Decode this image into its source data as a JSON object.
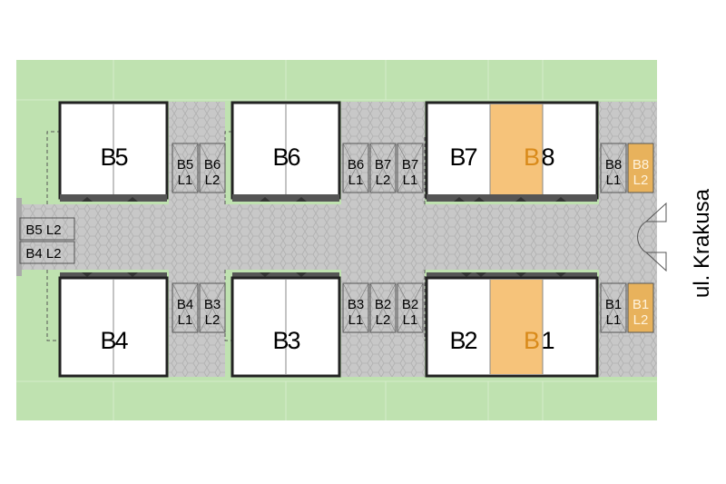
{
  "colors": {
    "grass": "#bfe2b0",
    "grass_line": "#d6ecca",
    "paving": "#c8c8c8",
    "highlight": "#f6c37a",
    "highlight_slot": "#e8b25c",
    "wall": "#222222"
  },
  "street": {
    "name": "ul. Krakusa"
  },
  "buildings": [
    {
      "id": "b5",
      "label": "B5",
      "highlight_right": false,
      "highlight_text": ""
    },
    {
      "id": "b6",
      "label": "B6",
      "highlight_right": false,
      "highlight_text": ""
    },
    {
      "id": "b7",
      "label": "B7",
      "highlight_right": false,
      "highlight_text": ""
    },
    {
      "id": "b8",
      "label": "B8",
      "highlight_left": true,
      "label_a": "B",
      "label_b": "8"
    },
    {
      "id": "b4",
      "label": "B4",
      "highlight_right": false,
      "highlight_text": ""
    },
    {
      "id": "b3",
      "label": "B3",
      "highlight_right": false,
      "highlight_text": ""
    },
    {
      "id": "b2",
      "label": "B2",
      "highlight_right": false,
      "highlight_text": ""
    },
    {
      "id": "b1",
      "label": "B1",
      "highlight_left": true,
      "label_a": "B",
      "label_b": "1"
    }
  ],
  "parking": {
    "top": [
      {
        "l1": "B5",
        "l2": "L1"
      },
      {
        "l1": "B6",
        "l2": "L2"
      },
      {
        "l1": "B6",
        "l2": "L1"
      },
      {
        "l1": "B7",
        "l2": "L2"
      },
      {
        "l1": "B7",
        "l2": "L1"
      },
      {
        "l1": "B8",
        "l2": "L1"
      },
      {
        "l1": "B8",
        "l2": "L2"
      }
    ],
    "bottom": [
      {
        "l1": "B4",
        "l2": "L1"
      },
      {
        "l1": "B3",
        "l2": "L2"
      },
      {
        "l1": "B3",
        "l2": "L1"
      },
      {
        "l1": "B2",
        "l2": "L2"
      },
      {
        "l1": "B2",
        "l2": "L1"
      },
      {
        "l1": "B1",
        "l2": "L1"
      },
      {
        "l1": "B1",
        "l2": "L2"
      }
    ],
    "left": [
      {
        "label": "B5 L2"
      },
      {
        "label": "B4 L2"
      }
    ]
  }
}
